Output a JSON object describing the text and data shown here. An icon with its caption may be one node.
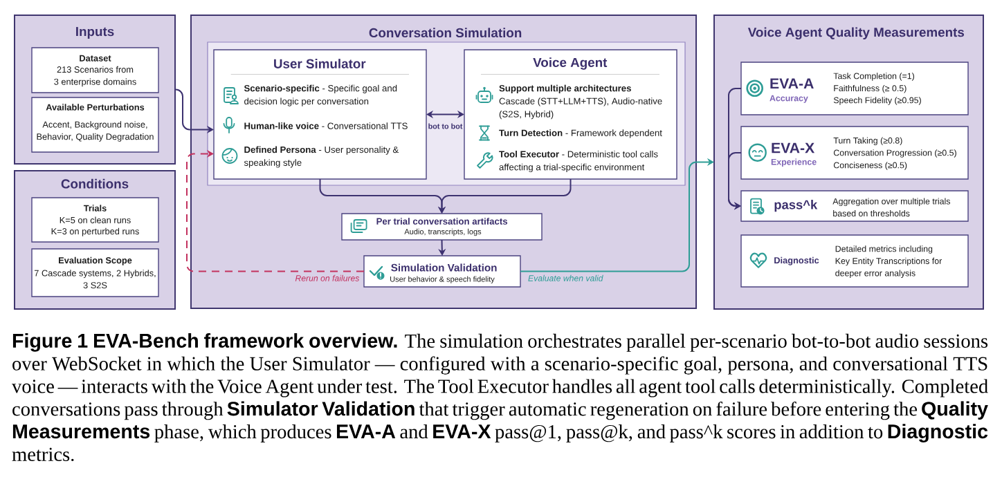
{
  "diagram": {
    "caption": "**Figure 1 EVA-Bench framework overview.** The simulation orchestrates parallel per-scenario bot-to-bot audio sessions over WebSocket in which the User Simulator — configured with a scenario-specific goal, persona, and conversational TTS voice — interacts with the Voice Agent under test. The Tool Executor handles all agent tool calls deterministically. Completed conversations pass through **Simulator Validation** that trigger automatic regeneration on failure before entering the **Quality Measurements** phase, which produces **EVA-A** and **EVA-X** pass@1, pass@k, and pass^k scores in addition to **Diagnostic** metrics.",
    "nodes": [
      {
        "text": [
          "Inputs"
        ]
      },
      {
        "text": [
          "Dataset",
          "213 Scenarios from 3 enterprise domains"
        ],
        "in": 0
      },
      {
        "text": [
          "Available Perturbations",
          "Accent, Background noise, Behavior, Quality Degradation"
        ],
        "in": 0
      },
      {
        "text": [
          "Conditions"
        ]
      },
      {
        "text": [
          "Trials",
          "K=5 on clean runs",
          "K=3 on perturbed runs"
        ],
        "in": 3
      },
      {
        "text": [
          "Evaluation Scope",
          "7 Cascade systems, 2 Hybrids, 3 S2S"
        ],
        "in": 3
      },
      {
        "text": [
          "Conversation Simulation"
        ]
      },
      {
        "text": [],
        "shape": "box",
        "in": 6
      },
      {
        "text": [
          "User Simulator",
          "**Scenario-specific** - Specific goal and decision logic per conversation",
          "**Human-like voice** - Conversational TTS",
          "**Defined Persona** - User personality & speaking style"
        ],
        "in": 7
      },
      {
        "text": [
          "Voice Agent",
          "Support multiple architectures",
          "Cascade (STT+LLM+TTS), Audio-native (S2S, Hybrid)",
          "**Turn Detection** - Framework dependent",
          "**Tool Executor** - Deterministic tool calls affecting a trial-specific environment"
        ],
        "in": 7
      },
      {
        "text": [
          "Per trial conversation artifacts",
          "Audio, transcripts, logs"
        ],
        "in": 6
      },
      {
        "text": [
          "Simulation Validation",
          "User behavior & speech fidelity"
        ],
        "in": 6
      },
      {
        "text": [
          "Voice Agent Quality Measurements"
        ]
      },
      {
        "text": [
          "EVA-A",
          "Accuracy",
          "Task Completion (=1)",
          "Faithfulness (≥ 0.5)",
          "Speech Fidelity (≥0.95)"
        ],
        "in": 12
      },
      {
        "text": [
          "EVA-X",
          "Experience",
          "Turn Taking (≥0.8)",
          "Conversation Progression (≥0.5)",
          "Conciseness (≥0.5)"
        ],
        "in": 12
      },
      {
        "text": [
          "pass^k",
          "Aggregation over multiple trials based on thresholds"
        ],
        "in": 12
      },
      {
        "text": [
          "Diagnostic",
          "Detailed metrics including Key Entity Transcriptions for deeper error analysis"
        ],
        "in": 12
      }
    ],
    "edges": [
      {
        "from": 0,
        "to": 8,
        "arrow": "to"
      },
      {
        "from": 8,
        "to": 9,
        "arrow": "both",
        "label": "bot to bot"
      },
      {
        "from": 8,
        "to": 10,
        "arrow": "to"
      },
      {
        "from": 9,
        "to": 10,
        "arrow": "to"
      },
      {
        "from": 10,
        "to": 11,
        "arrow": "to"
      },
      {
        "from": 11,
        "to": 8,
        "arrow": "to",
        "label": "Rerun on failures",
        "style": "dashed",
        "color": "#c3325f"
      },
      {
        "from": 11,
        "to": 12,
        "arrow": "to",
        "label": "Evaluate when valid",
        "color": "#2e9d96"
      },
      {
        "from": 13,
        "to": 15,
        "arrow": "to"
      },
      {
        "from": 14,
        "to": 15,
        "arrow": "to"
      }
    ]
  }
}
